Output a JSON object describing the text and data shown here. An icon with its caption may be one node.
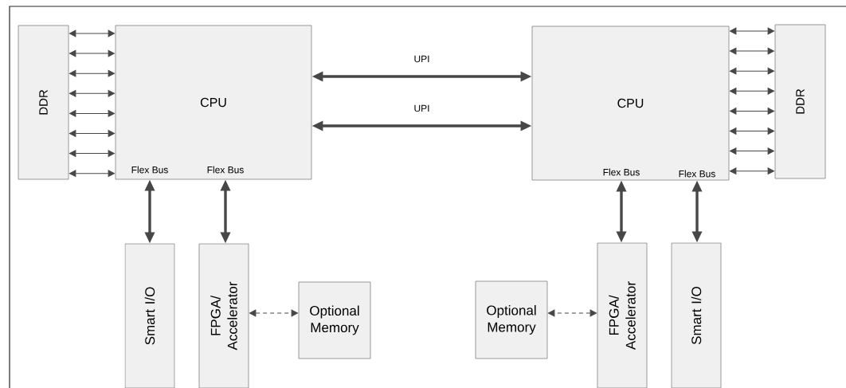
{
  "diagram": {
    "nodes": [
      {
        "text": [
          "DDR"
        ]
      },
      {
        "text": [
          "CPU",
          "Flex Bus",
          "Flex Bus"
        ]
      },
      {
        "text": [
          "CPU",
          "Flex Bus",
          "Flex Bus"
        ]
      },
      {
        "text": [
          "DDR"
        ]
      },
      {
        "text": [
          "Smart I/O"
        ]
      },
      {
        "text": [
          "FPGA/ Accelerator"
        ]
      },
      {
        "text": [
          "Optional Memory"
        ]
      },
      {
        "text": [
          "Optional Memory"
        ]
      },
      {
        "text": [
          "FPGA/ Accelerator"
        ]
      },
      {
        "text": [
          "Smart I/O"
        ]
      }
    ],
    "edges": [
      {
        "from": 0,
        "to": 1,
        "arrow": "both"
      },
      {
        "from": 0,
        "to": 1,
        "arrow": "both"
      },
      {
        "from": 0,
        "to": 1,
        "arrow": "both"
      },
      {
        "from": 0,
        "to": 1,
        "arrow": "both"
      },
      {
        "from": 0,
        "to": 1,
        "arrow": "both"
      },
      {
        "from": 0,
        "to": 1,
        "arrow": "both"
      },
      {
        "from": 0,
        "to": 1,
        "arrow": "both"
      },
      {
        "from": 0,
        "to": 1,
        "arrow": "both"
      },
      {
        "from": 1,
        "to": 2,
        "arrow": "both",
        "label": "UPI",
        "style": "thick"
      },
      {
        "from": 1,
        "to": 2,
        "arrow": "both",
        "label": "UPI",
        "style": "thick"
      },
      {
        "from": 2,
        "to": 3,
        "arrow": "both"
      },
      {
        "from": 2,
        "to": 3,
        "arrow": "both"
      },
      {
        "from": 2,
        "to": 3,
        "arrow": "both"
      },
      {
        "from": 2,
        "to": 3,
        "arrow": "both"
      },
      {
        "from": 2,
        "to": 3,
        "arrow": "both"
      },
      {
        "from": 2,
        "to": 3,
        "arrow": "both"
      },
      {
        "from": 2,
        "to": 3,
        "arrow": "both"
      },
      {
        "from": 2,
        "to": 3,
        "arrow": "both"
      },
      {
        "from": 1,
        "to": 4,
        "arrow": "both",
        "style": "thick"
      },
      {
        "from": 1,
        "to": 5,
        "arrow": "both",
        "style": "thick"
      },
      {
        "from": 5,
        "to": 6,
        "arrow": "both",
        "style": "dashed"
      },
      {
        "from": 2,
        "to": 8,
        "arrow": "both",
        "style": "thick"
      },
      {
        "from": 2,
        "to": 9,
        "arrow": "both",
        "style": "thick"
      },
      {
        "from": 8,
        "to": 7,
        "arrow": "both",
        "style": "dashed"
      }
    ]
  }
}
